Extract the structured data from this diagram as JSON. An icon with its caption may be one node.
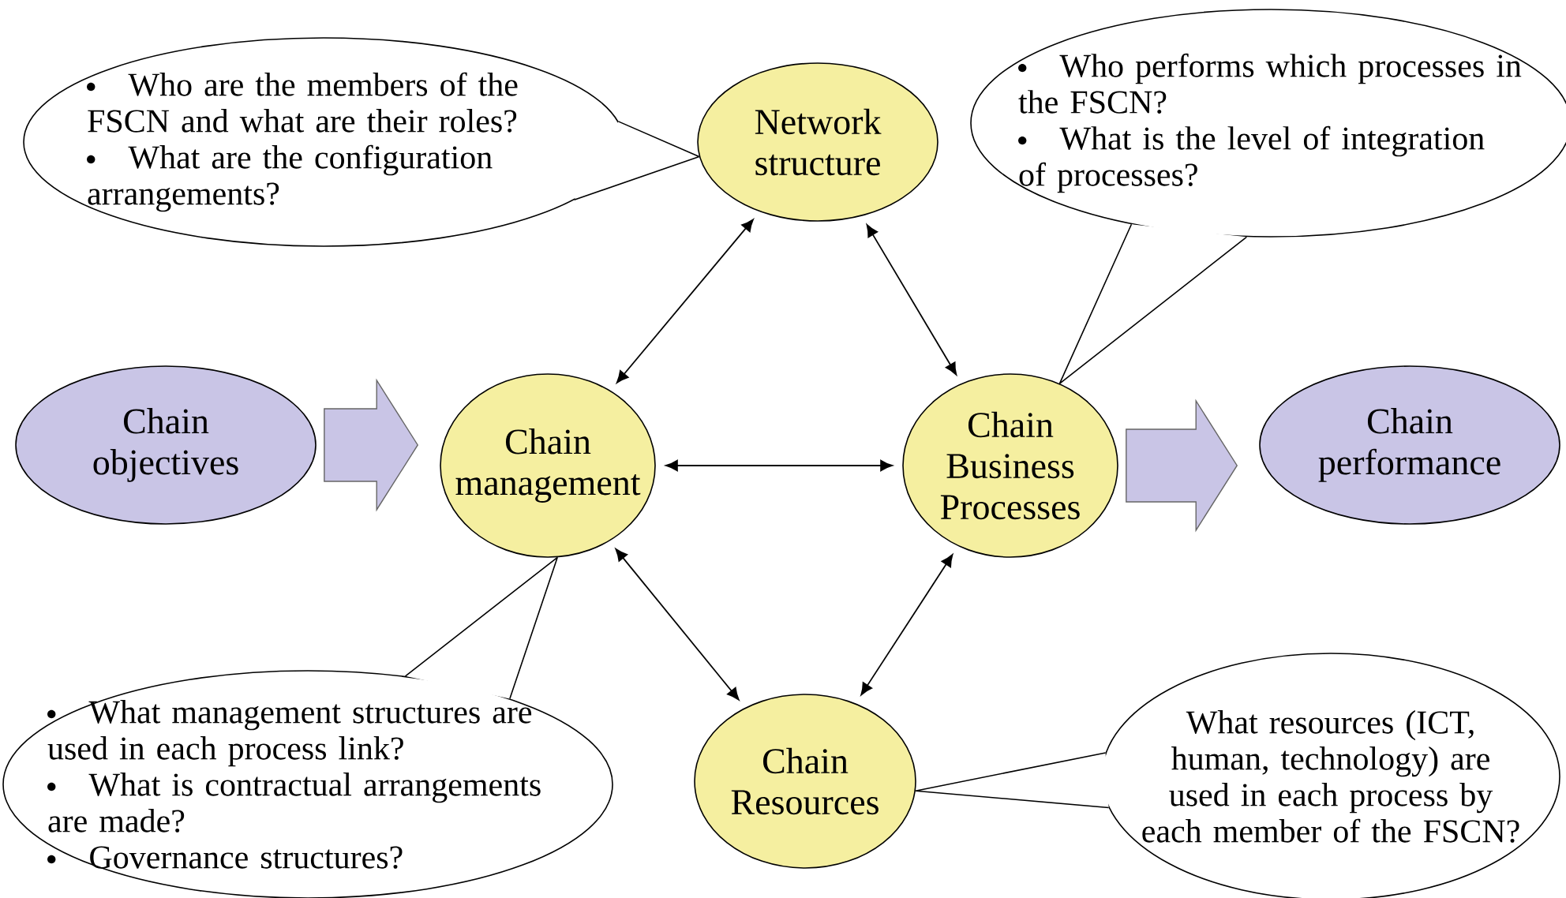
{
  "diagram": {
    "nodes": [
      {
        "text": [
          "Who are the members of the FSCN and what are their roles?",
          "What are the configuration arrangements?"
        ]
      },
      {
        "text": [
          "Network structure"
        ]
      },
      {
        "text": [
          "Who performs which processes in the FSCN?",
          "What is the level of integration of processes?"
        ]
      },
      {
        "text": [
          "Chain objectives"
        ]
      },
      {
        "text": [
          "Chain management"
        ]
      },
      {
        "text": [
          "Chain Business Processes"
        ]
      },
      {
        "text": [
          "Chain performance"
        ]
      },
      {
        "text": [
          "What management structures are used in each process link?",
          "What is contractual arrangements are made?",
          "Governance structures?"
        ]
      },
      {
        "text": [
          "Chain Resources"
        ]
      },
      {
        "text": [
          "What resources (ICT, human, technology) are used in each process by each member of the FSCN?"
        ]
      }
    ],
    "edges": [
      {
        "from": 3,
        "to": 4,
        "arrow": "to",
        "style": "thick",
        "color": "#c9c5e6"
      },
      {
        "from": 4,
        "to": 1,
        "arrow": "both"
      },
      {
        "from": 1,
        "to": 5,
        "arrow": "both"
      },
      {
        "from": 4,
        "to": 5,
        "arrow": "both"
      },
      {
        "from": 4,
        "to": 8,
        "arrow": "both"
      },
      {
        "from": 8,
        "to": 5,
        "arrow": "both"
      },
      {
        "from": 5,
        "to": 6,
        "arrow": "to",
        "style": "thick",
        "color": "#c9c5e6"
      },
      {
        "from": 0,
        "to": 1,
        "arrow": "none"
      },
      {
        "from": 2,
        "to": 5,
        "arrow": "none"
      },
      {
        "from": 7,
        "to": 4,
        "arrow": "none"
      },
      {
        "from": 9,
        "to": 8,
        "arrow": "none"
      }
    ]
  }
}
